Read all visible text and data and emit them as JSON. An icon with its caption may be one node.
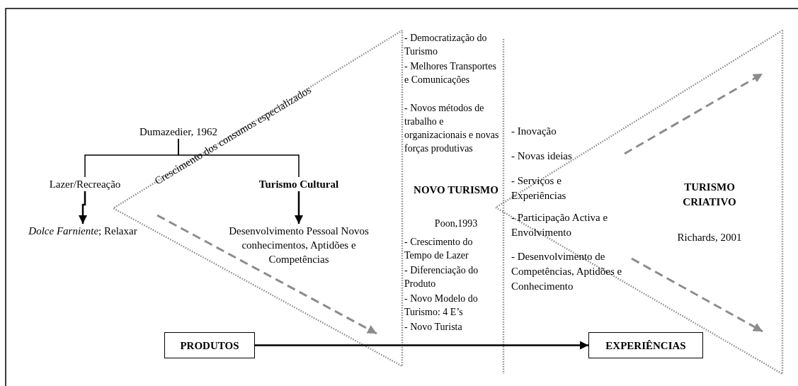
{
  "diagram": {
    "nodes": [
      {
        "text": [
          "Dumazedier, 1962"
        ]
      },
      {
        "text": [
          "Lazer/Recreação"
        ]
      },
      {
        "text": [
          "Turismo Cultural"
        ]
      },
      {
        "text": [
          "*Dolce Farniente*; Relaxar"
        ]
      },
      {
        "text": [
          "Desenvolvimento Pessoal Novos conhecimentos, Aptidões e Competências"
        ]
      },
      {
        "text": [
          "PRODUTOS"
        ]
      },
      {
        "text": [
          "EXPERIÊNCIAS"
        ]
      }
    ],
    "edges": [
      {
        "from": 0,
        "to": 1,
        "arrow": "none"
      },
      {
        "from": 0,
        "to": 2,
        "arrow": "none"
      },
      {
        "from": 1,
        "to": 3,
        "arrow": "to"
      },
      {
        "from": 2,
        "to": 4,
        "arrow": "to"
      },
      {
        "from": 5,
        "to": 6,
        "arrow": "to"
      }
    ],
    "labels": [
      "Crescimento dos consumos especializados",
      "- Democratização do Turismo",
      "- Melhores Transportes e Comunicações",
      "- Novos métodos de trabalho e organizacionais e novas forças produtivas",
      "NOVO TURISMO",
      "Poon,1993",
      "- Crescimento do Tempo de Lazer",
      "- Diferenciação do Produto",
      "- Novo Modelo do Turismo: 4 E’s",
      "- Novo Turista",
      "- Inovação",
      "- Novas ideias",
      "- Serviços e Experiências",
      "- Participação Activa e Envolvimento",
      "- Desenvolvimento de Competências, Aptidões e Conhecimento",
      "TURISMO CRIATIVO",
      "Richards, 2001"
    ]
  }
}
